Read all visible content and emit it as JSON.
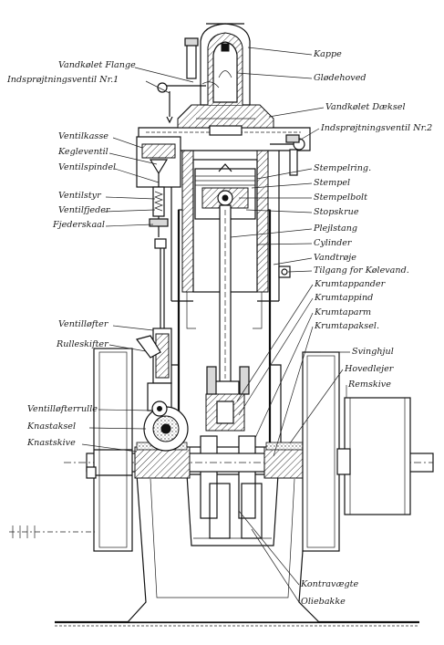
{
  "labels": {
    "vandkolet_flange": "Vandkølet Flange",
    "indsproejtningsventil_nr1": "Indsprøjtningsventil Nr.1",
    "kappe": "Kappe",
    "glodehoved": "Glødehoved",
    "vandkolet_daeksel": "Vandkølet Dæksel",
    "indsproejtningsventil_nr2": "Indsprøjtningsventil Nr.2",
    "ventilkasse": "Ventilkasse",
    "kegleventil": "Kegleventil",
    "ventilspindel": "Ventilspindel",
    "stempelring": "Stempelring.",
    "stempel": "Stempel",
    "stempelbolt": "Stempelbolt",
    "ventilstyr": "Ventilstyr",
    "ventilfjeder": "Ventilfjeder",
    "fjederskaal": "Fjederskaal",
    "stopskrue": "Stopskrue",
    "plejlstang": "Plejlstang",
    "cylinder": "Cylinder",
    "vandtroje": "Vandtrøje",
    "tilgang_for_kolevand": "Tilgang for Kølevand.",
    "krumtappander": "Krumtappander",
    "krumtappind": "Krumtappind",
    "krumtaparm": "Krumtaparm",
    "krumtapaksel": "Krumtapaksel.",
    "ventiloefter": "Ventilløfter",
    "rulleskifter": "Rulleskifter",
    "svinghjul": "Svinghjul",
    "hovedlejer": "Hovedlejer",
    "remskive": "Remskive",
    "ventiloefterrulle": "Ventilløfterrulle",
    "knastaksel": "Knastaksel",
    "knastskive": "Knastskive",
    "kontravaegte": "Kontravægte",
    "oliebakke": "Oliebakke"
  }
}
